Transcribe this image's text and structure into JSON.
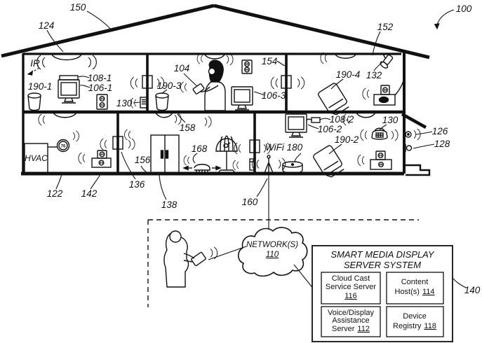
{
  "labels": {
    "overall": "100",
    "house": "150",
    "hazard": "124",
    "ir": "IR",
    "room": "152",
    "wall_unit": "154",
    "user": "104",
    "speaker1": "190-1",
    "speaker3": "190-3",
    "display4": "190-4",
    "media1": "108-1",
    "display1": "106-1",
    "display3": "106-3",
    "alarm_upper": "130",
    "alarm_lower": "130",
    "camera": "132",
    "media2": "108-2",
    "display2": "106-2",
    "tablet2": "190-2",
    "doorbell": "126",
    "lock": "128",
    "thermostat": "122",
    "thermo_temp": "76",
    "plug": "142",
    "switch136": "136",
    "switch156": "156",
    "appliance": "138",
    "ceiling158": "158",
    "robot": "168",
    "link160": "160",
    "wifi": "WiFi 180",
    "hvac": "HVAC",
    "server": "140"
  },
  "network": {
    "name": "NETWORK(S)",
    "num": "110"
  },
  "server_system": {
    "title1": "SMART MEDIA DISPLAY",
    "title2": "SERVER SYSTEM",
    "box116": {
      "l1": "Cloud Cast",
      "l2": "Service Server",
      "num": "116"
    },
    "box114": {
      "l1": "Content",
      "l2": "Host(s)",
      "num": "114"
    },
    "box112": {
      "l1": "Voice/Display",
      "l2": "Assistance",
      "l3": "Server",
      "num": "112"
    },
    "box118": {
      "l1": "Device",
      "l2": "Registry",
      "num": "118"
    }
  }
}
